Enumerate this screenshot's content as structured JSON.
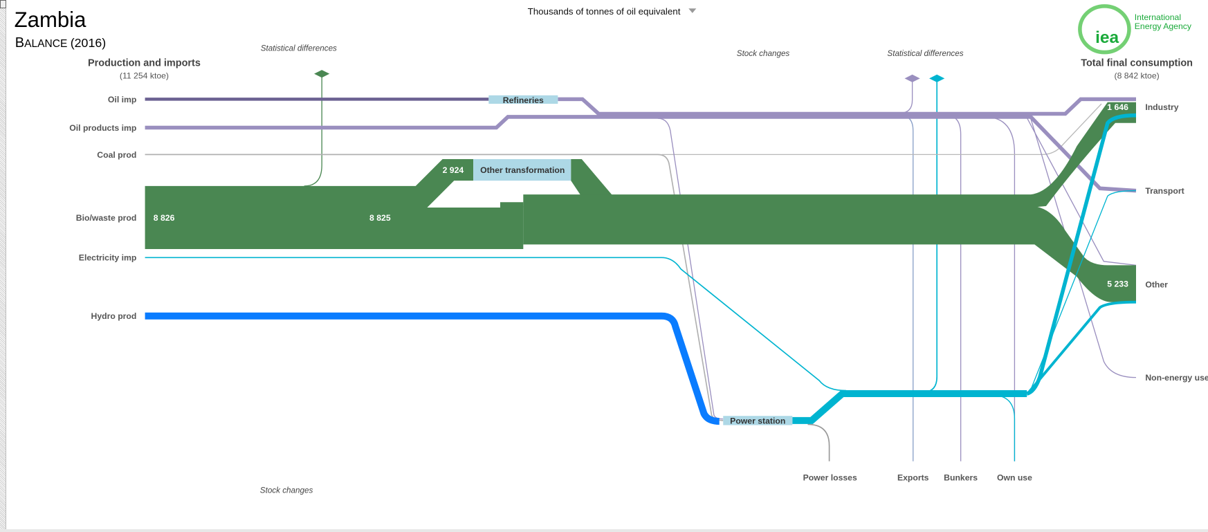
{
  "header": {
    "country": "Zambia",
    "balance_prefix": "B",
    "balance_rest": "ALANCE",
    "year": "(2016)",
    "unit_selector": "Thousands of tonnes of oil equivalent",
    "logo": {
      "mark": "iea",
      "line1": "International",
      "line2": "Energy Agency"
    }
  },
  "colors": {
    "oil": "#6b6192",
    "oil_products": "#9a8fbf",
    "coal": "#b0b0b0",
    "biowaste": "#4a8752",
    "electricity": "#00b4d0",
    "hydro": "#0a7cff",
    "transformation_label_bg": "#add8e6",
    "logo_green": "#1aaa3a"
  },
  "chart_data": {
    "type": "sankey",
    "unit": "Thousands of tonnes of oil equivalent",
    "supply": {
      "title": "Production and imports",
      "total": "(11 254 ktoe)"
    },
    "consumption": {
      "title": "Total final consumption",
      "total": "(8 842 ktoe)"
    },
    "sources": [
      "Oil imp",
      "Oil products imp",
      "Coal prod",
      "Bio/waste prod",
      "Electricity imp",
      "Hydro prod"
    ],
    "transformations": [
      "Refineries",
      "Other transformation",
      "Power station"
    ],
    "annotations": {
      "stat_diff_left": "Statistical differences",
      "stock_changes_top": "Stock changes",
      "stat_diff_right": "Statistical differences",
      "stock_changes_bottom": "Stock changes"
    },
    "losses_and_other": [
      "Power losses",
      "Exports",
      "Bunkers",
      "Own use"
    ],
    "sinks": [
      "Industry",
      "Transport",
      "Other",
      "Non-energy use"
    ],
    "value_labels": {
      "biowaste_prod": "8 826",
      "biowaste_after_stat_diff": "8 825",
      "other_transformation": "2 924",
      "industry_biowaste": "1 646",
      "other_biowaste": "5 233"
    },
    "flows": [
      {
        "from": "Bio/waste prod",
        "to": "Other transformation",
        "value": 2924
      },
      {
        "from": "Bio/waste prod",
        "to": "Industry",
        "value": 1646
      },
      {
        "from": "Bio/waste prod",
        "to": "Other",
        "value": 5233
      }
    ]
  }
}
